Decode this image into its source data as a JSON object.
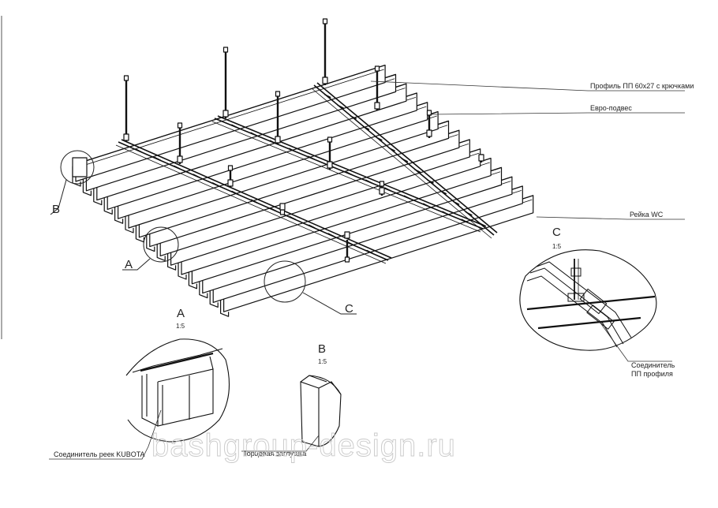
{
  "labels": {
    "profile": "Профиль ПП 60х27 с крючками",
    "hanger": "Евро-подвес",
    "slat": "Рейка WC",
    "connector_slats": "Соединитель реек KUBOTA",
    "end_cap": "Торцевая заглушка",
    "connector_profile_line1": "Соединитель",
    "connector_profile_line2": "ПП профиля"
  },
  "callouts": {
    "a": "A",
    "b": "B",
    "c": "C"
  },
  "details": {
    "a_title": "A",
    "a_scale": "1:5",
    "b_title": "B",
    "b_scale": "1:5",
    "c_title": "C",
    "c_scale": "1:5"
  },
  "watermark": "bashgroup-design.ru"
}
